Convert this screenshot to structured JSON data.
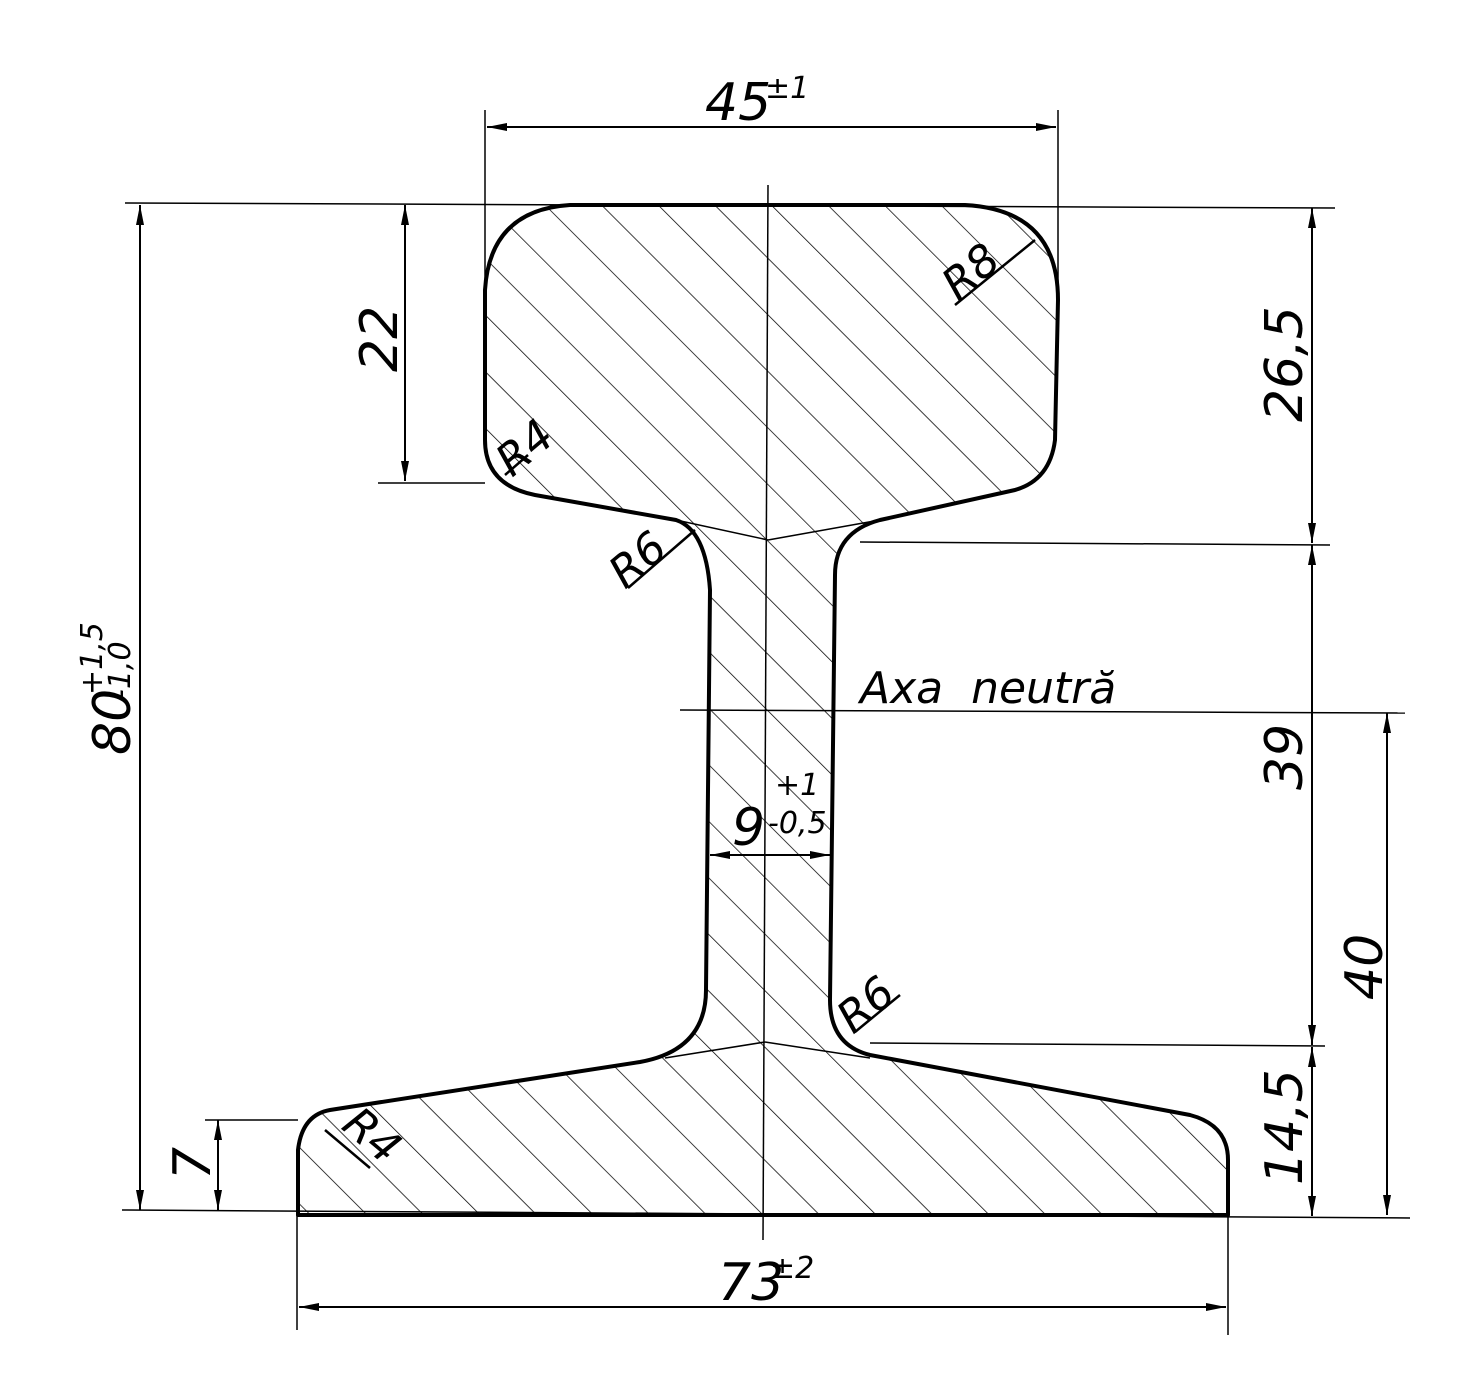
{
  "drawing": {
    "dimensions": {
      "head_width": {
        "value": "45",
        "tolerance": "±1"
      },
      "foot_width": {
        "value": "73",
        "tolerance": "±2"
      },
      "total_height": {
        "value": "80",
        "tol_upper": "+1,5",
        "tol_lower": "-1,0"
      },
      "head_depth": "22",
      "head_to_web": "26,5",
      "web_to_axis": "39",
      "axis_to_base": "40",
      "foot_to_base": "14,5",
      "foot_edge": "7",
      "web_thickness": {
        "value": "9",
        "tol_upper": "+1",
        "tol_lower": "-0,5"
      }
    },
    "radii": {
      "head_top_right": "R8",
      "head_bottom_left": "R4",
      "web_top_left": "R6",
      "web_bottom_right": "R6",
      "foot_left": "R4"
    },
    "neutral_axis_label": "Axa  neutră"
  }
}
